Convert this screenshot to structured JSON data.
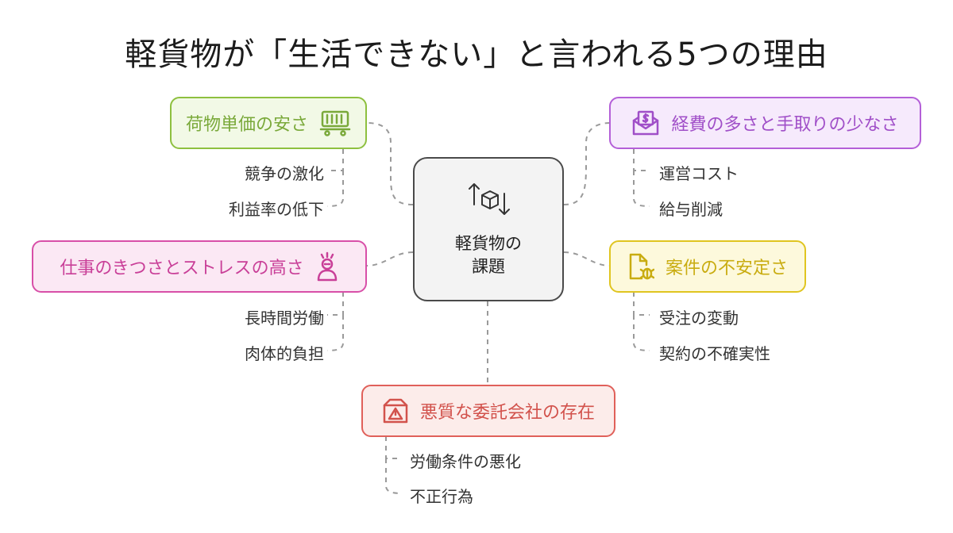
{
  "title": "軽貨物が「生活できない」と言われる5つの理由",
  "center": {
    "line1": "軽貨物の",
    "line2": "課題"
  },
  "nodes": [
    {
      "label": "荷物単価の安さ",
      "icon": "cargo-trolley-icon",
      "color": "#8ec03f",
      "fill": "#f2f9e6",
      "items": [
        "競争の激化",
        "利益率の低下"
      ]
    },
    {
      "label": "経費の多さと手取りの少なさ",
      "icon": "money-envelope-icon",
      "color": "#b45fd8",
      "fill": "#f6eafc",
      "items": [
        "運営コスト",
        "給与削減"
      ]
    },
    {
      "label": "仕事のきつさとストレスの高さ",
      "icon": "stressed-person-icon",
      "color": "#d84fa8",
      "fill": "#fbe8f4",
      "items": [
        "長時間労働",
        "肉体的負担"
      ]
    },
    {
      "label": "案件の不安定さ",
      "icon": "document-bug-icon",
      "color": "#e0c520",
      "fill": "#fdf9dc",
      "items": [
        "受注の変動",
        "契約の不確実性"
      ]
    },
    {
      "label": "悪質な委託会社の存在",
      "icon": "warning-box-icon",
      "color": "#e0605a",
      "fill": "#fcecea",
      "items": [
        "労働条件の悪化",
        "不正行為"
      ]
    }
  ]
}
